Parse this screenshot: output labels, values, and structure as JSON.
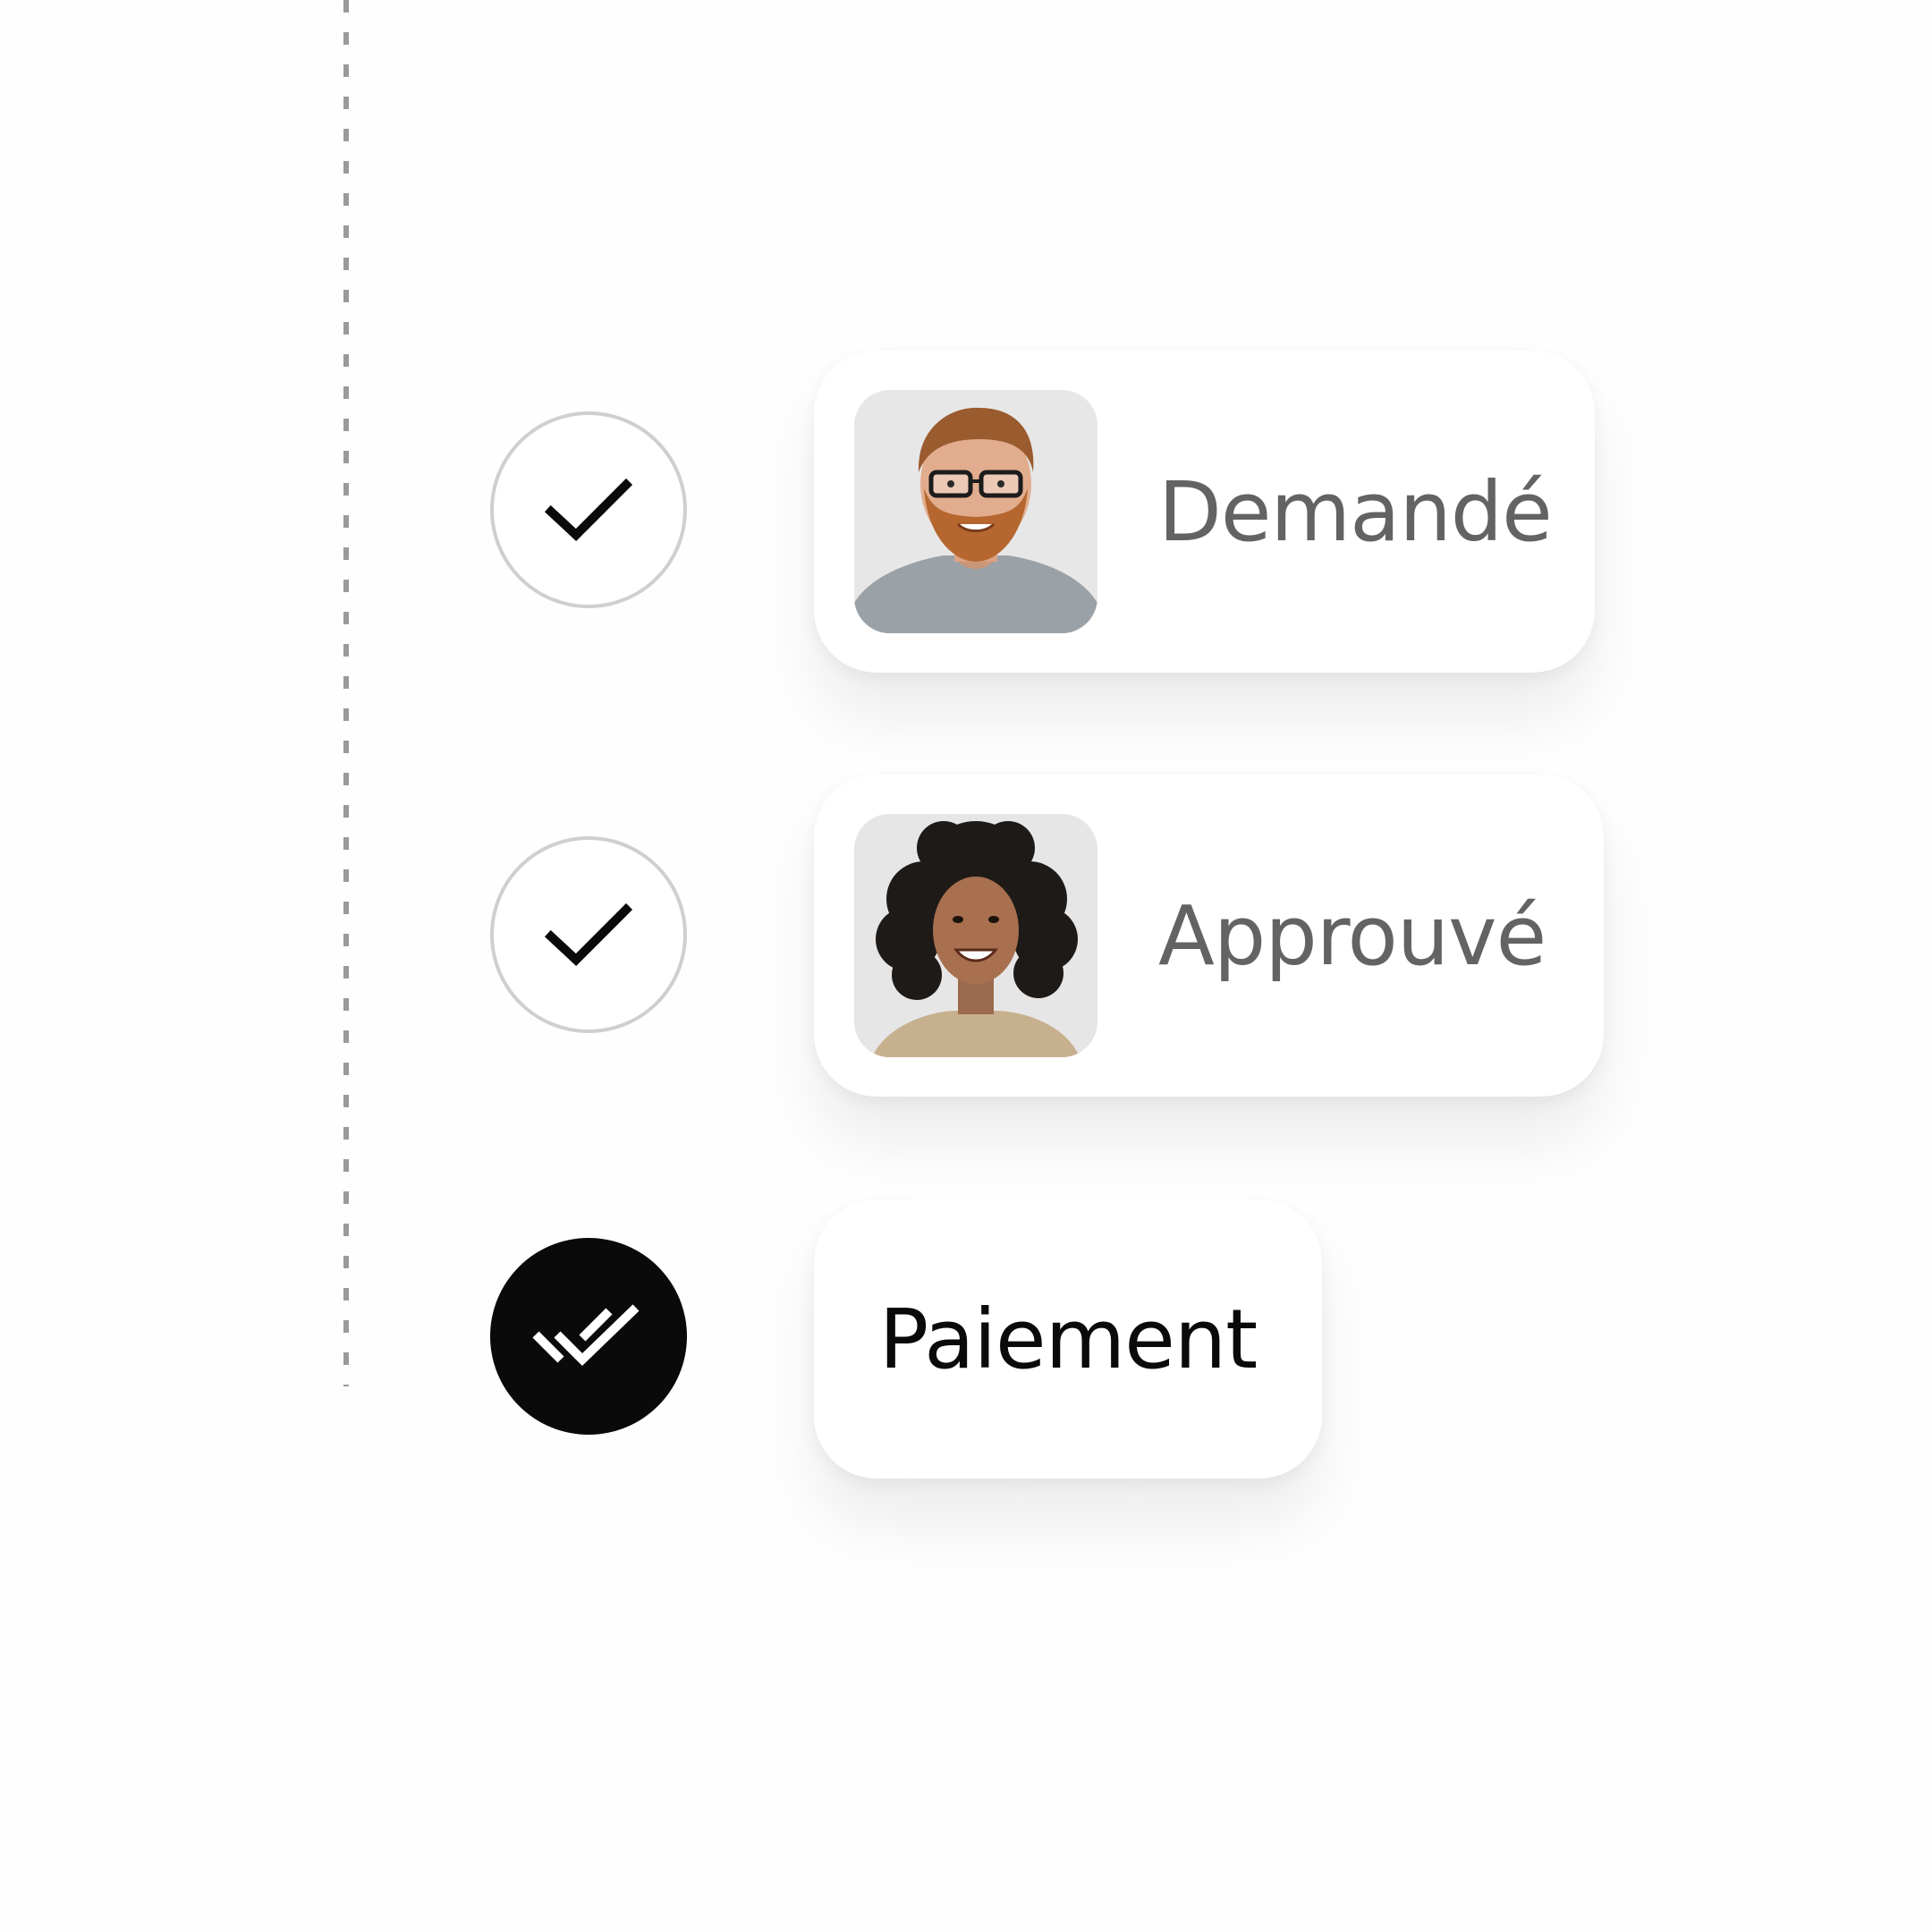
{
  "workflow": {
    "steps": [
      {
        "label": "Demandé",
        "state": "done",
        "status_icon": "check-icon",
        "avatar": "man-with-glasses-avatar"
      },
      {
        "label": "Approuvé",
        "state": "done",
        "status_icon": "check-icon",
        "avatar": "woman-curly-hair-avatar"
      },
      {
        "label": "Paiement",
        "state": "current",
        "status_icon": "double-check-icon"
      }
    ]
  },
  "colors": {
    "background": "#fefefe",
    "card": "#ffffff",
    "done_ring": "#cfcfcf",
    "active_circle": "#0a0a0a",
    "muted_text": "#636363",
    "strong_text": "#0a0a0a",
    "timeline": "#9a9a9a"
  }
}
